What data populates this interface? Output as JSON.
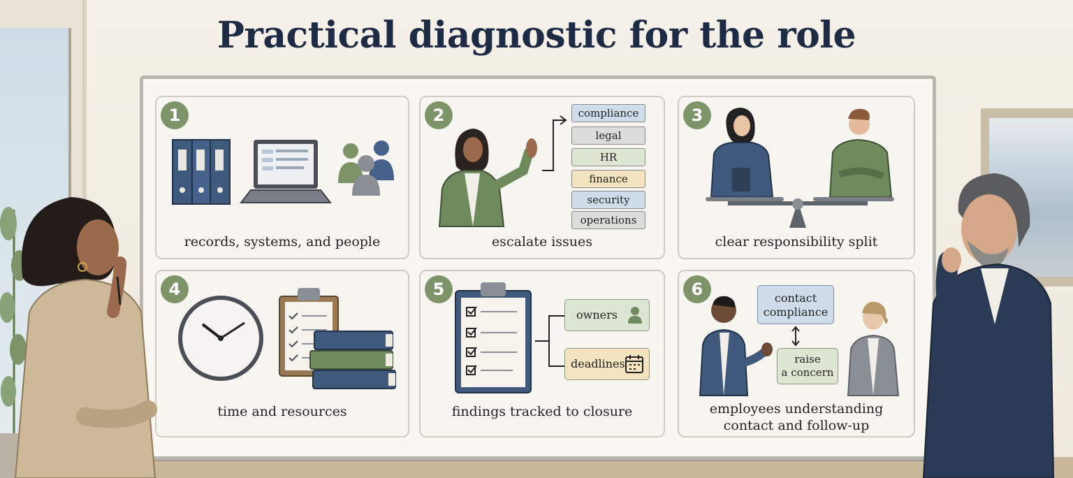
{
  "title": "Practical diagnostic for the role",
  "panels": [
    {
      "number": "1",
      "caption": "records, systems, and people"
    },
    {
      "number": "2",
      "caption": "escalate issues",
      "tags": [
        "compliance",
        "legal",
        "HR",
        "finance",
        "security",
        "operations"
      ]
    },
    {
      "number": "3",
      "caption": "clear responsibility split"
    },
    {
      "number": "4",
      "caption": "time and resources"
    },
    {
      "number": "5",
      "caption": "findings tracked to closure",
      "owners_label": "owners",
      "deadlines_label": "deadlines"
    },
    {
      "number": "6",
      "caption_line1": "employees understanding",
      "caption_line2": "contact and follow-up",
      "contact_line1": "contact",
      "contact_line2": "compliance",
      "raise_line1": "raise",
      "raise_line2": "a concern"
    }
  ],
  "colors": {
    "title": "#1d2b45",
    "badge": "#7d9468",
    "blue": "#3f5a7d",
    "green": "#6f8a5c",
    "tag_blue": "#cfdcea",
    "tag_gray": "#dcdcd8",
    "tag_green": "#dde6d2",
    "tag_yellow": "#f3e3bf"
  }
}
